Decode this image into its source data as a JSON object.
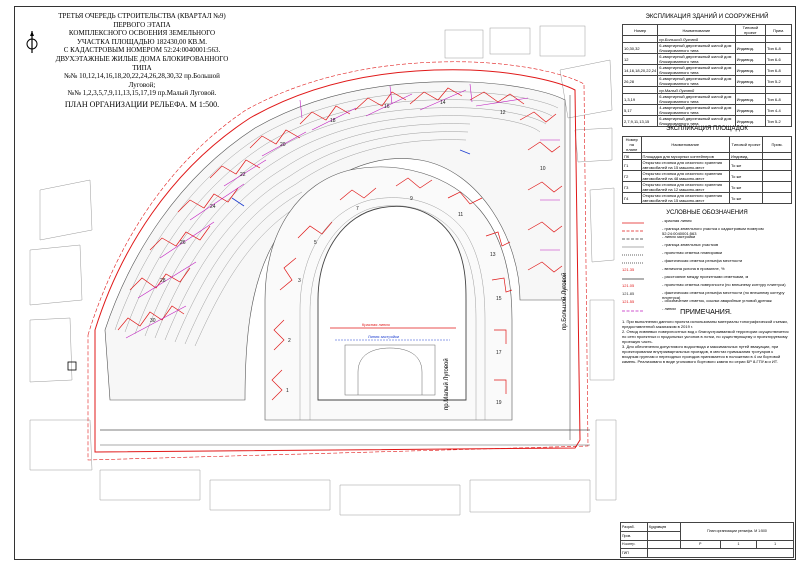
{
  "title": {
    "lines": [
      "ТРЕТЬЯ ОЧЕРЕДЬ СТРОИТЕЛЬСТВА (КВАРТАЛ №9) ПЕРВОГО ЭТАПА",
      "КОМПЛЕКСНОГО ОСВОЕНИЯ ЗЕМЕЛЬНОГО УЧАСТКА ПЛОЩАДЬЮ 182430,00 КВ.М.",
      "С КАДАСТРОВЫМ НОМЕРОМ 52:24:0040001:563.",
      "ДВУХЭТАЖНЫЕ ЖИЛЫЕ ДОМА БЛОКИРОВАННОГО ТИПА",
      "№№ 10,12,14,16,18,20,22,24,26,28,30,32 пр.Большой Луговой;",
      "№№ 1,2,3,5,7,9,11,13,15,17,19 пр.Малый Луговой."
    ],
    "main": "ПЛАН ОРГАНИЗАЦИИ РЕЛЬЕФА.  М 1:500."
  },
  "buildings_table": {
    "title": "ЭКСПЛИКАЦИЯ ЗДАНИЙ И СООРУЖЕНИЙ",
    "headers": [
      "Номер",
      "Наименование",
      "Типовой проект",
      "Прим."
    ],
    "rows": [
      [
        "",
        "пр.Большой Луговой",
        "",
        ""
      ],
      [
        "10,30,32",
        "6-квартирный двухэтажный жилой дом блокированного типа",
        "Индивид.",
        "Тип 6-8"
      ],
      [
        "12",
        "6-квартирный двухэтажный жилой дом блокированного типа",
        "Индивид.",
        "Тип 6-6"
      ],
      [
        "14,16,18,20,22,24",
        "6-квартирный двухэтажный жилой дом блокированного типа",
        "Индивид.",
        "Тип 6-8"
      ],
      [
        "26,28",
        "6-квартирный двухэтажный жилой дом блокированного типа",
        "Индивид.",
        "Тип 5-2"
      ],
      [
        "",
        "пр.Малый Луговой",
        "",
        ""
      ],
      [
        "1,3,19",
        "6-квартирный двухэтажный жилой дом блокированного типа",
        "Индивид.",
        "Тип 6-8"
      ],
      [
        "5,17",
        "4-квартирный двухэтажный жилой дом блокированного типа",
        "Индивид.",
        "Тип 4-4"
      ],
      [
        "2,7,9,11,13,15",
        "6-квартирный двухэтажный жилой дом блокированного типа",
        "Индивид.",
        "Тип 5-2"
      ]
    ]
  },
  "areas_table": {
    "title": "ЭКСПЛИКАЦИЯ ПЛОЩАДОК",
    "headers": [
      "Номер на плане",
      "Наименование",
      "Типовой проект",
      "Прим."
    ],
    "rows": [
      [
        "ПК",
        "Площадка для мусорных контейнеров",
        "Индивид.",
        ""
      ],
      [
        "Г1",
        "Открытая стоянка для сезонного хранения автомобилей на 15 машино-мест",
        "То же",
        ""
      ],
      [
        "Г2",
        "Открытая стоянка для сезонного хранения автомобилей на 48 машино-мест",
        "То же",
        ""
      ],
      [
        "Г3",
        "Открытая стоянка для сезонного хранения автомобилей на 12 машино-мест",
        "То же",
        ""
      ],
      [
        "Г4",
        "Открытая стоянка для сезонного хранения автомобилей на 15 машино-мест",
        "То же",
        ""
      ]
    ]
  },
  "legend": {
    "title": "УСЛОВНЫЕ ОБОЗНАЧЕНИЯ",
    "items": [
      {
        "text": "- красная линия",
        "color": "#e01818",
        "style": "solid"
      },
      {
        "text": "- граница земельного участка с кадастровым номером 52:24:0040001:563",
        "color": "#e01818",
        "style": "dash"
      },
      {
        "text": "- линия застройки",
        "color": "#333333",
        "style": "dash"
      },
      {
        "text": "- граница земельных участков",
        "color": "#333333",
        "style": "thin"
      },
      {
        "text": "- проектная отметка планировки",
        "color": "#333333",
        "style": "marks"
      },
      {
        "text": "- фактическая отметка рельефа местности",
        "color": "#333333",
        "style": "marks"
      },
      {
        "text": "- величина уклона в промилле, %",
        "color": "#e01818",
        "style": "num"
      },
      {
        "text": "- расстояние между проектными отметками, м",
        "color": "#333333",
        "style": "arrow"
      },
      {
        "text": "- проектная отметка поверхности (по внешнему контуру плинтуса)",
        "color": "#e01818",
        "style": "num"
      },
      {
        "text": "- фактическая отметка рельефа местности (по внешнему контуру плинтуса)",
        "color": "#333333",
        "style": "num"
      },
      {
        "text": "- обозначение отметок, ссылки аварийные угловой дренаж",
        "color": "#e01818",
        "style": "num"
      },
      {
        "text": "- линии",
        "color": "#c01ec0",
        "style": "dash"
      }
    ],
    "num_labels": [
      "121.35",
      "121.05",
      "121.85",
      "121.55",
      "123.45"
    ]
  },
  "notes": {
    "title": "ПРИМЕЧАНИЯ.",
    "items": [
      "1. При выполнении данного проекта использованы материалы топографической съемки, предоставленной заказчиком в 2019 г.",
      "2. Отвод ливневых поверхностных вод с благоустраиваемой территории осуществляется по сети проектных и продольных уклонов в лотки, по существующему и проектируемому проезжую часть.",
      "3. Для обеспечения допустимого водоотвода и максимальных путей эвакуации, при проектировании внутриквартальных проездов, в местах примыкания тротуаров к входным группам и переходных проездов принимается в положении в 4 см бортовой камень. Реализовано в виде уголкового бортового камня по  серии  БР 8-ГПУ.м и ИТ."
    ]
  },
  "plan": {
    "street_big": "пр.Большой Луговой",
    "street_small": "пр.Малый Луговой",
    "red_line_label": "Красная линия",
    "build_line_label": "Линия застройки",
    "houses_outer": [
      "30",
      "28",
      "26",
      "24",
      "22",
      "20",
      "18",
      "16",
      "14",
      "12",
      "10"
    ],
    "houses_inner": [
      "1",
      "2",
      "3",
      "5",
      "7",
      "9",
      "11",
      "13",
      "15",
      "17",
      "19"
    ],
    "colors": {
      "red": "#e01818",
      "magenta": "#c01ec0",
      "blue": "#2040d0",
      "line": "#555555"
    }
  },
  "stamp": {
    "rows": [
      "Разраб.",
      "Пров.",
      "Н.контр.",
      "ГИП"
    ],
    "author": "Кудрявцев",
    "stage": "Р",
    "sheet": "1",
    "sheets": "1",
    "doc_title": "План организации рельефа. М 1:500"
  }
}
